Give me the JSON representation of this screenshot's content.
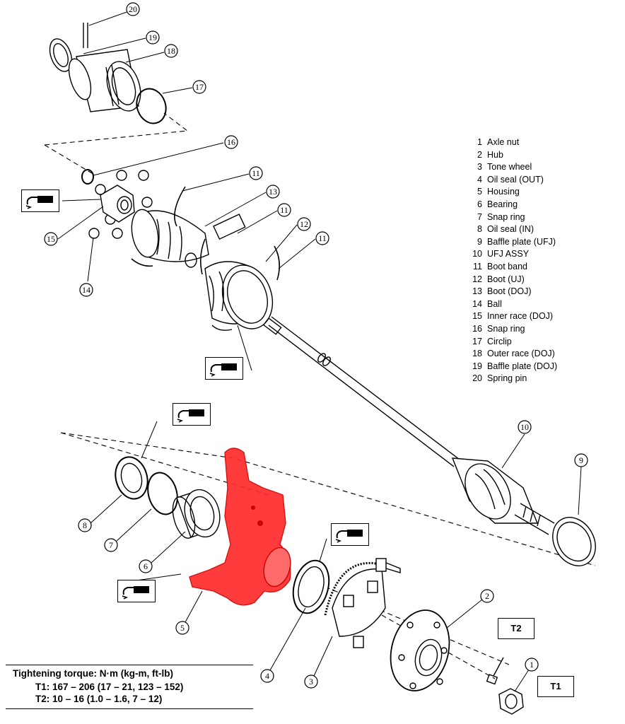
{
  "legend": [
    {
      "num": "1",
      "label": "Axle nut"
    },
    {
      "num": "2",
      "label": "Hub"
    },
    {
      "num": "3",
      "label": "Tone wheel"
    },
    {
      "num": "4",
      "label": "Oil seal (OUT)"
    },
    {
      "num": "5",
      "label": "Housing"
    },
    {
      "num": "6",
      "label": "Bearing"
    },
    {
      "num": "7",
      "label": "Snap ring"
    },
    {
      "num": "8",
      "label": "Oil seal (IN)"
    },
    {
      "num": "9",
      "label": "Baffle plate (UFJ)"
    },
    {
      "num": "10",
      "label": "UFJ ASSY"
    },
    {
      "num": "11",
      "label": "Boot band"
    },
    {
      "num": "12",
      "label": "Boot (UJ)"
    },
    {
      "num": "13",
      "label": "Boot (DOJ)"
    },
    {
      "num": "14",
      "label": "Ball"
    },
    {
      "num": "15",
      "label": "Inner race (DOJ)"
    },
    {
      "num": "16",
      "label": "Snap ring"
    },
    {
      "num": "17",
      "label": "Circlip"
    },
    {
      "num": "18",
      "label": "Outer race (DOJ)"
    },
    {
      "num": "19",
      "label": "Baffle plate (DOJ)"
    },
    {
      "num": "20",
      "label": "Spring pin"
    }
  ],
  "torque": {
    "title": "Tightening torque:  N·m (kg-m, ft-lb)",
    "t1": "T1:  167 – 206 (17 – 21, 123 – 152)",
    "t2": "T2:  10 – 16 (1.0 – 1.6, 7 – 12)"
  },
  "torque_tags": {
    "t1": "T1",
    "t2": "T2"
  },
  "callouts": {
    "c1": "1",
    "c2": "2",
    "c3": "3",
    "c4": "4",
    "c5": "5",
    "c6": "6",
    "c7": "7",
    "c8": "8",
    "c9": "9",
    "c10": "10",
    "c11a": "11",
    "c11b": "11",
    "c11c": "11",
    "c12": "12",
    "c13": "13",
    "c14": "14",
    "c15": "15",
    "c16": "16",
    "c17": "17",
    "c18": "18",
    "c19": "19",
    "c20": "20"
  },
  "colors": {
    "highlight": "#ff2a2a",
    "ink": "#000000"
  }
}
